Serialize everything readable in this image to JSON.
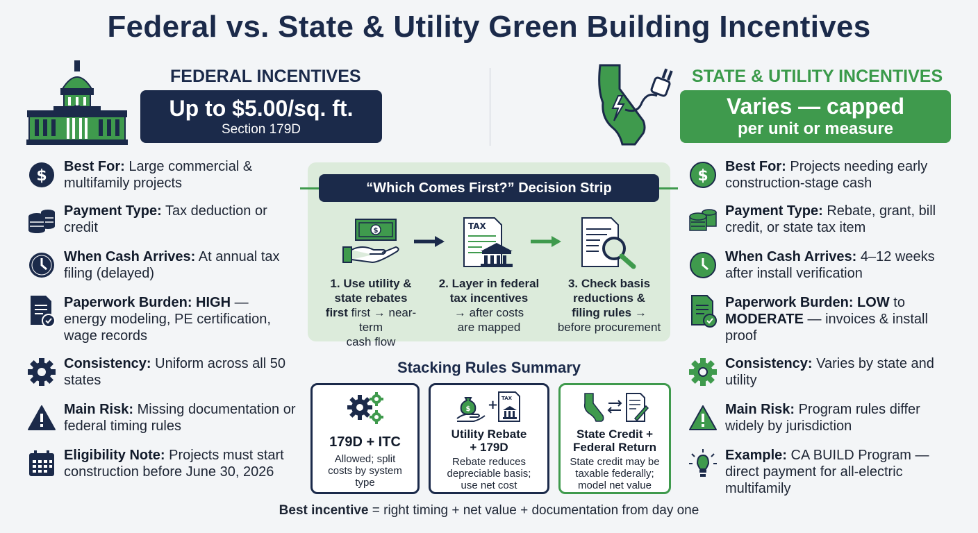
{
  "title": "Federal vs. State & Utility Green Building Incentives",
  "federal": {
    "heading": "FEDERAL INCENTIVES",
    "banner_big": "Up to $5.00/sq. ft.",
    "banner_small": "Section 179D",
    "rows": [
      {
        "label": "Best For:",
        "text": " Large commercial & multifamily projects",
        "icon": "dollar-icon"
      },
      {
        "label": "Payment Type:",
        "text": " Tax deduction or credit",
        "icon": "coins-icon"
      },
      {
        "label": "When Cash Arrives:",
        "text": " At annual tax filing (delayed)",
        "icon": "clock-icon"
      },
      {
        "label": "Paperwork Burden: HIGH",
        "text": " — energy modeling, PE certification, wage records",
        "icon": "document-check-icon"
      },
      {
        "label": "Consistency:",
        "text": " Uniform across all 50 states",
        "icon": "gear-icon"
      },
      {
        "label": "Main Risk:",
        "text": " Missing documentation or federal timing rules",
        "icon": "warning-icon"
      },
      {
        "label": "Eligibility Note:",
        "text": " Projects must start construction before June 30, 2026",
        "icon": "calendar-icon"
      }
    ]
  },
  "state": {
    "heading": "STATE & UTILITY INCENTIVES",
    "banner_big": "Varies — capped",
    "banner_small": "per unit or measure",
    "rows": [
      {
        "label": "Best For:",
        "text": " Projects needing early construction-stage cash",
        "icon": "dollar-icon"
      },
      {
        "label": "Payment Type:",
        "text": " Rebate, grant, bill credit, or state tax item",
        "icon": "coins-icon"
      },
      {
        "label": "When Cash Arrives:",
        "text": " 4–12 weeks after install verification",
        "icon": "clock-icon"
      },
      {
        "label": "Paperwork Burden: LOW",
        "text": " to ",
        "label2": "MODERATE",
        "text2": " — invoices & install proof",
        "icon": "document-check-icon"
      },
      {
        "label": "Consistency:",
        "text": " Varies by state and utility",
        "icon": "gear-icon"
      },
      {
        "label": "Main Risk:",
        "text": " Program rules differ widely by jurisdiction",
        "icon": "warning-icon"
      },
      {
        "label": "Example:",
        "text": " CA BUILD Program — direct payment for all-electric multifamily",
        "icon": "lightbulb-icon"
      }
    ]
  },
  "decision_strip": {
    "title": "“Which Comes First?” Decision Strip",
    "steps": [
      {
        "line1": "1. Use utility &",
        "line2": "state rebates",
        "line3": "first → near-term",
        "line4": "cash flow"
      },
      {
        "line1": "2. Layer in federal",
        "line2": "tax incentives",
        "line3": "→ after costs",
        "line4": "are mapped"
      },
      {
        "line1": "3. Check basis",
        "line2": "reductions &",
        "line3": "filing rules →",
        "line4": "before procurement"
      }
    ],
    "tax_label": "TAX"
  },
  "stacking": {
    "title": "Stacking Rules Summary",
    "cards": [
      {
        "title": "179D + ITC",
        "desc": [
          "Allowed; split",
          "costs by system",
          "type"
        ]
      },
      {
        "title": "Utility Rebate\n+ 179D",
        "desc": [
          "Rebate reduces",
          "depreciable basis;",
          "use net cost"
        ]
      },
      {
        "title": "State Credit +\nFederal Return",
        "desc": [
          "State credit may be",
          "taxable federally;",
          "model net value"
        ]
      }
    ]
  },
  "footer": {
    "bold": "Best incentive",
    "rest": " = right timing + net value + documentation from day one"
  },
  "colors": {
    "navy": "#1b2a4a",
    "green": "#3f9a4d",
    "strip_bg": "#dcebdb"
  }
}
